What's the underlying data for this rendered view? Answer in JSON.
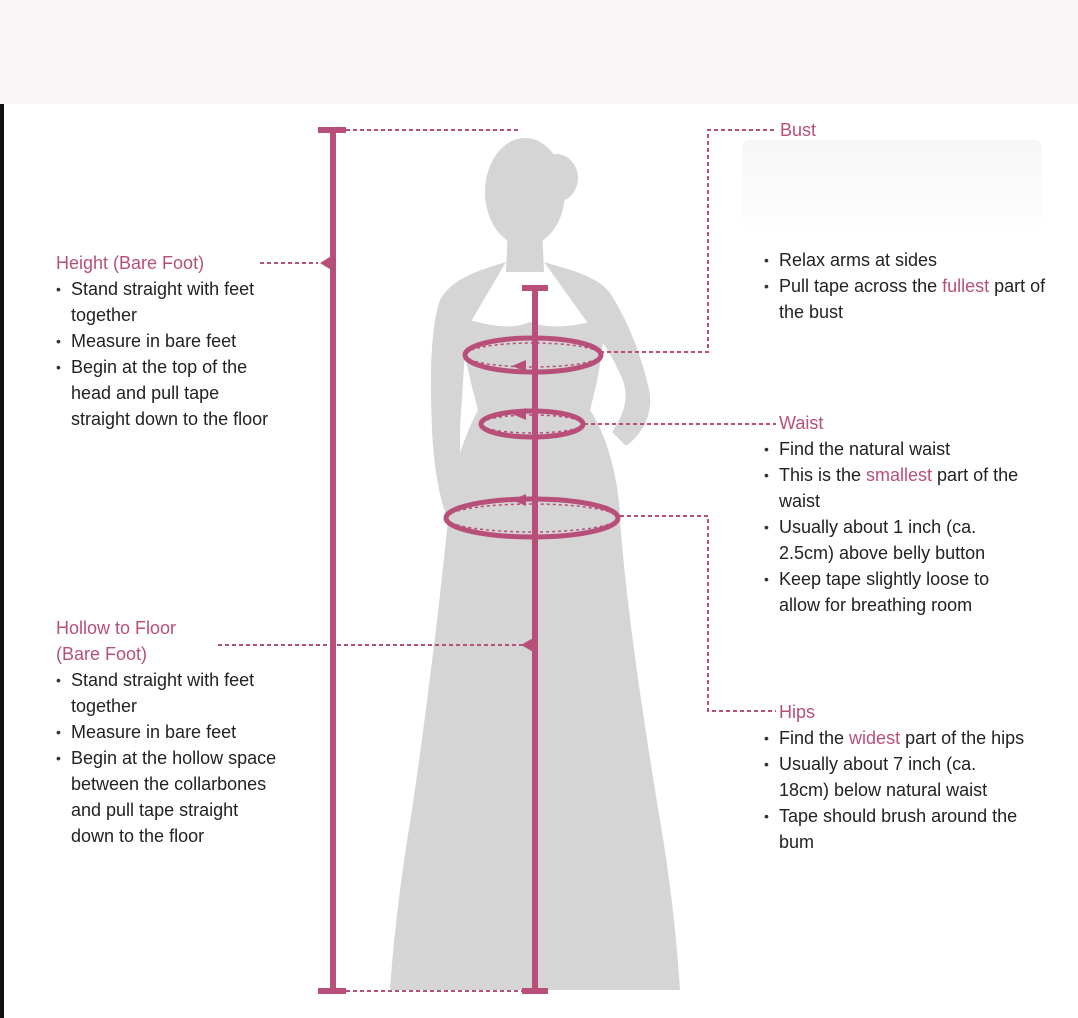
{
  "accent_color": "#b84f7a",
  "silhouette_color": "#d5d5d5",
  "height_section": {
    "title": "Height (Bare Foot)",
    "items": [
      "Stand straight with feet together",
      "Measure in bare feet",
      "Begin at the top of the head and pull tape straight down to the floor"
    ]
  },
  "hollow_section": {
    "title_line1": "Hollow to Floor",
    "title_line2": "(Bare Foot)",
    "items": [
      "Stand straight with feet together",
      "Measure in bare feet",
      "Begin at the hollow space between the collarbones and pull tape straight down to the floor"
    ]
  },
  "bust_section": {
    "title": "Bust",
    "item1": "Relax arms at sides",
    "item2_pre": "Pull tape across the ",
    "item2_hl": "fullest",
    "item2_post": " part of the bust"
  },
  "waist_section": {
    "title": "Waist",
    "item1": "Find the natural waist",
    "item2_pre": "This is the ",
    "item2_hl": "smallest",
    "item2_post": " part of the waist",
    "item3": "Usually about 1 inch (ca. 2.5cm) above belly button",
    "item4": "Keep tape slightly loose to allow for breathing room"
  },
  "hips_section": {
    "title": "Hips",
    "item1_pre": "Find the ",
    "item1_hl": "widest",
    "item1_post": " part of the hips",
    "item2": "Usually about 7 inch (ca. 18cm) below natural waist",
    "item3": "Tape should brush around the bum"
  }
}
